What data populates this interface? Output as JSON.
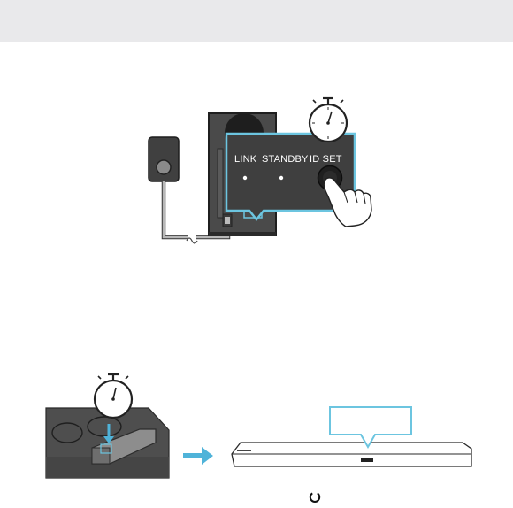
{
  "panel": {
    "link_label": "LINK",
    "standby_label": "STANDBY",
    "id_set_label": "ID SET"
  },
  "icons": {
    "timer": "stopwatch-icon",
    "hand": "pointing-hand-icon",
    "arrow": "right-arrow-icon",
    "loading": "loading-spinner-icon"
  },
  "colors": {
    "highlight": "#6cc5e0",
    "arrow": "#4fb3d9",
    "dark_panel": "#3f3f3f",
    "top_band": "#e9e9eb"
  }
}
